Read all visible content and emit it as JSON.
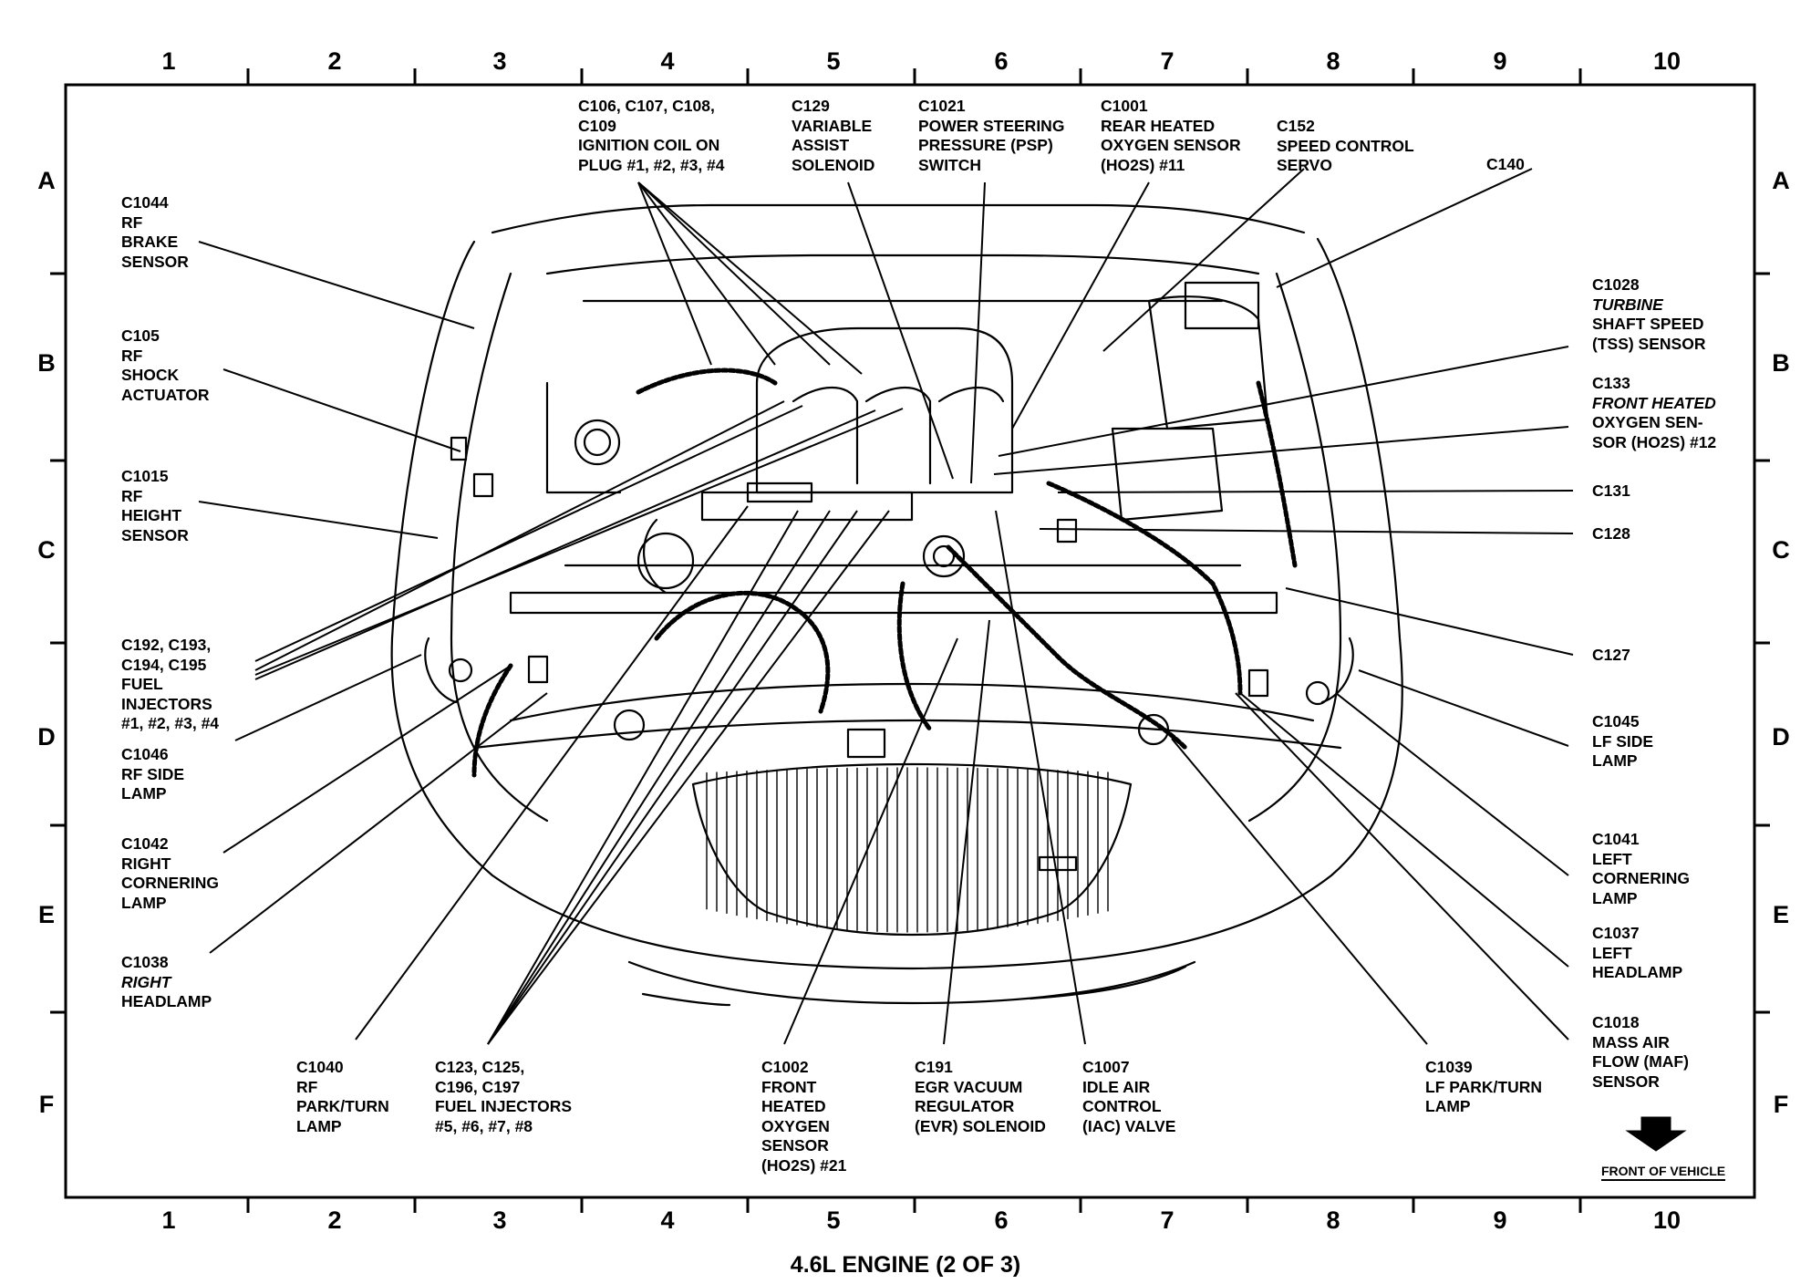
{
  "title": "4.6L ENGINE (2 OF 3)",
  "front_of_vehicle": "FRONT OF VEHICLE",
  "grid_columns": [
    "1",
    "2",
    "3",
    "4",
    "5",
    "6",
    "7",
    "8",
    "9",
    "10"
  ],
  "grid_rows": [
    "A",
    "B",
    "C",
    "D",
    "E",
    "F"
  ],
  "callouts": [
    {
      "id": "c1044",
      "lines": [
        "C1044",
        "RF",
        "BRAKE",
        "SENSOR"
      ]
    },
    {
      "id": "c105",
      "lines": [
        "C105",
        "RF",
        "SHOCK",
        "ACTUATOR"
      ]
    },
    {
      "id": "c1015",
      "lines": [
        "C1015",
        "RF",
        "HEIGHT",
        "SENSOR"
      ]
    },
    {
      "id": "c192",
      "lines": [
        "C192, C193,",
        "C194, C195",
        "FUEL",
        "INJECTORS",
        "#1, #2, #3, #4"
      ]
    },
    {
      "id": "c1046",
      "lines": [
        "C1046",
        "RF SIDE",
        "LAMP"
      ]
    },
    {
      "id": "c1042",
      "lines": [
        "C1042",
        "RIGHT",
        "CORNERING",
        "LAMP"
      ]
    },
    {
      "id": "c1038",
      "lines": [
        "C1038",
        "RIGHT",
        "HEADLAMP"
      ],
      "italic": [
        1
      ]
    },
    {
      "id": "c1040",
      "lines": [
        "C1040",
        "RF",
        "PARK/TURN",
        "LAMP"
      ]
    },
    {
      "id": "c123",
      "lines": [
        "C123, C125,",
        "C196, C197",
        "FUEL INJECTORS",
        "#5, #6, #7, #8"
      ]
    },
    {
      "id": "c1002",
      "lines": [
        "C1002",
        "FRONT",
        "HEATED",
        "OXYGEN",
        "SENSOR",
        "(HO2S) #21"
      ]
    },
    {
      "id": "c191",
      "lines": [
        "C191",
        "EGR VACUUM",
        "REGULATOR",
        "(EVR) SOLENOID"
      ]
    },
    {
      "id": "c1007",
      "lines": [
        "C1007",
        "IDLE AIR",
        "CONTROL",
        "(IAC) VALVE"
      ]
    },
    {
      "id": "c1039",
      "lines": [
        "C1039",
        "LF PARK/TURN",
        "LAMP"
      ]
    },
    {
      "id": "c1018",
      "lines": [
        "C1018",
        "MASS AIR",
        "FLOW (MAF)",
        "SENSOR"
      ]
    },
    {
      "id": "c1037",
      "lines": [
        "C1037",
        "LEFT",
        "HEADLAMP"
      ]
    },
    {
      "id": "c1041",
      "lines": [
        "C1041",
        "LEFT",
        "CORNERING",
        "LAMP"
      ]
    },
    {
      "id": "c1045",
      "lines": [
        "C1045",
        "LF SIDE",
        "LAMP"
      ]
    },
    {
      "id": "c127",
      "lines": [
        "C127"
      ]
    },
    {
      "id": "c128",
      "lines": [
        "C128"
      ]
    },
    {
      "id": "c131",
      "lines": [
        "C131"
      ]
    },
    {
      "id": "c133",
      "lines": [
        "C133",
        "FRONT HEATED",
        "OXYGEN SEN-",
        "SOR (HO2S) #12"
      ],
      "italic": [
        1
      ]
    },
    {
      "id": "c1028",
      "lines": [
        "C1028",
        "TURBINE",
        "SHAFT SPEED",
        "(TSS) SENSOR"
      ],
      "italic": [
        1
      ]
    },
    {
      "id": "c140",
      "lines": [
        "C140"
      ]
    },
    {
      "id": "c152",
      "lines": [
        "C152",
        "SPEED CONTROL",
        "SERVO"
      ]
    },
    {
      "id": "c1001",
      "lines": [
        "C1001",
        "REAR HEATED",
        "OXYGEN SENSOR",
        "(HO2S) #11"
      ]
    },
    {
      "id": "c1021",
      "lines": [
        "C1021",
        "POWER STEERING",
        "PRESSURE (PSP)",
        "SWITCH"
      ]
    },
    {
      "id": "c129",
      "lines": [
        "C129",
        "VARIABLE",
        "ASSIST",
        "SOLENOID"
      ]
    },
    {
      "id": "c106",
      "lines": [
        "C106, C107, C108,",
        "C109",
        "IGNITION COIL ON",
        "PLUG #1, #2, #3, #4"
      ],
      "italic": []
    }
  ]
}
